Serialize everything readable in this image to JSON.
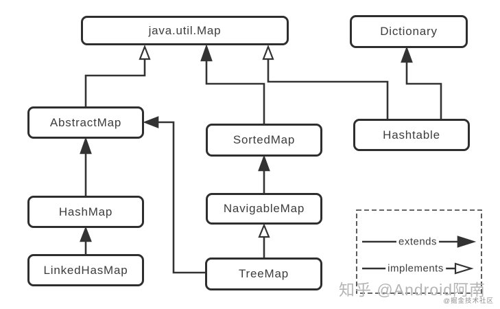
{
  "nodes": {
    "java_util_map": {
      "label": "java.util.Map"
    },
    "dictionary": {
      "label": "Dictionary"
    },
    "abstract_map": {
      "label": "AbstractMap"
    },
    "sorted_map": {
      "label": "SortedMap"
    },
    "hashtable": {
      "label": "Hashtable"
    },
    "hash_map": {
      "label": "HashMap"
    },
    "navigable_map": {
      "label": "NavigableMap"
    },
    "linked_has_map": {
      "label": "LinkedHasMap"
    },
    "tree_map": {
      "label": "TreeMap"
    }
  },
  "edges": [
    {
      "from": "AbstractMap",
      "to": "java.util.Map",
      "type": "implements"
    },
    {
      "from": "SortedMap",
      "to": "java.util.Map",
      "type": "extends"
    },
    {
      "from": "Hashtable",
      "to": "java.util.Map",
      "type": "implements"
    },
    {
      "from": "Hashtable",
      "to": "Dictionary",
      "type": "extends"
    },
    {
      "from": "HashMap",
      "to": "AbstractMap",
      "type": "extends"
    },
    {
      "from": "LinkedHasMap",
      "to": "HashMap",
      "type": "extends"
    },
    {
      "from": "TreeMap",
      "to": "AbstractMap",
      "type": "extends"
    },
    {
      "from": "NavigableMap",
      "to": "SortedMap",
      "type": "extends"
    },
    {
      "from": "TreeMap",
      "to": "NavigableMap",
      "type": "implements"
    }
  ],
  "legend": {
    "extends_label": "extends",
    "implements_label": "implements"
  },
  "watermark": {
    "main": "知乎 @Android阿南",
    "sub": "@掘金技术社区"
  },
  "colors": {
    "line": "#333333",
    "box_border": "#2e2e2e",
    "box_fill": "#ffffff",
    "text": "#3c3c3c",
    "watermark": "#b5b5b5"
  }
}
